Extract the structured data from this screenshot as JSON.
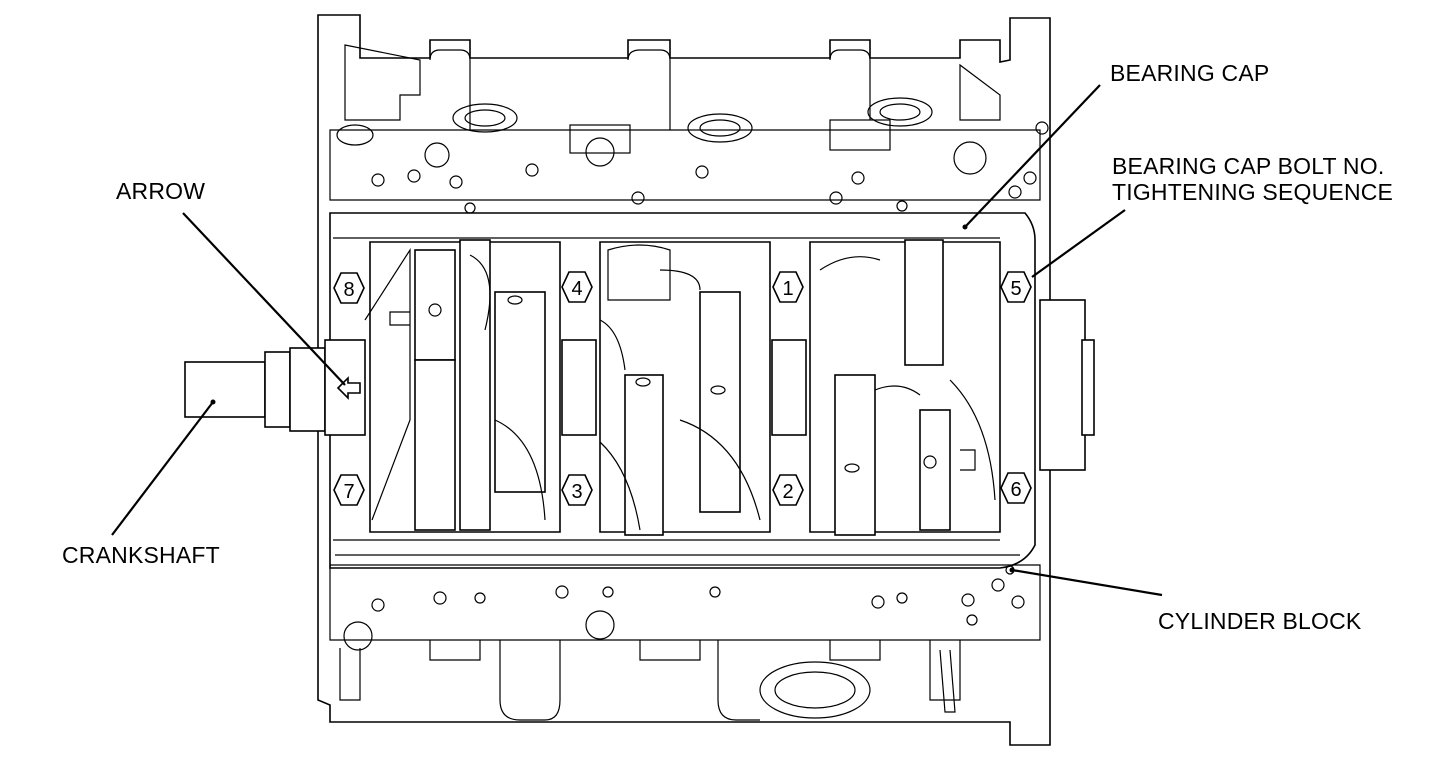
{
  "labels": {
    "bearing_cap": "BEARING CAP",
    "bolt_sequence_line1": "BEARING CAP BOLT NO.",
    "bolt_sequence_line2": "TIGHTENING SEQUENCE",
    "arrow": "ARROW",
    "crankshaft": "CRANKSHAFT",
    "cylinder_block": "CYLINDER BLOCK"
  },
  "sequence_numbers": {
    "top": [
      "8",
      "4",
      "1",
      "5"
    ],
    "bottom": [
      "7",
      "3",
      "2",
      "6"
    ]
  },
  "colors": {
    "line": "#000000",
    "background": "#ffffff"
  }
}
